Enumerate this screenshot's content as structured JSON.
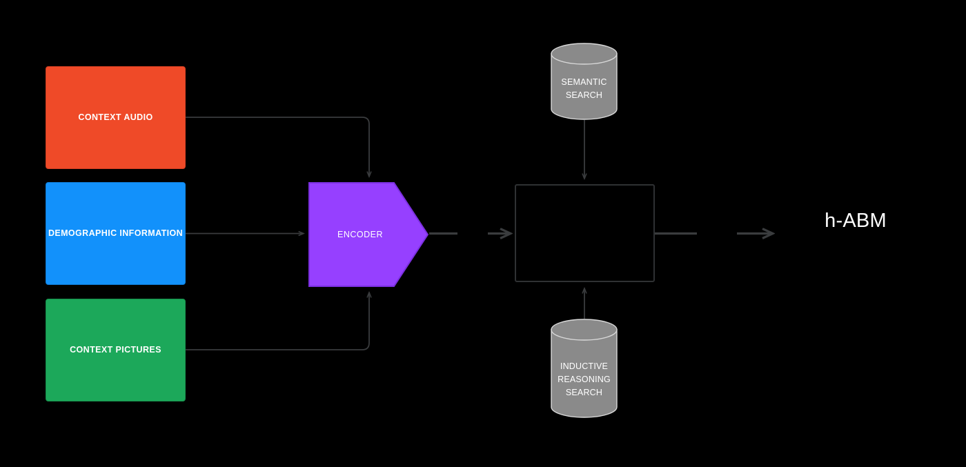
{
  "diagram": {
    "title": "h-ABM pipeline",
    "background": "#000000"
  },
  "inputs": [
    {
      "id": "context-audio",
      "label": "CONTEXT AUDIO",
      "color": "#EF4A28",
      "border": "#D43F22"
    },
    {
      "id": "demographic-information",
      "label": "DEMOGRAPHIC INFORMATION",
      "color": "#1291FB",
      "border": "#0F7FDC"
    },
    {
      "id": "context-pictures",
      "label": "CONTEXT PICTURES",
      "color": "#1CA85A",
      "border": "#178F4C"
    }
  ],
  "encoder": {
    "label": "ENCODER",
    "color": "#9640FF",
    "border": "#7B2FE0"
  },
  "center_box": {
    "label": "",
    "fill": "#000000",
    "border": "#2F3133"
  },
  "datastores": [
    {
      "id": "semantic-search",
      "lines": [
        "SEMANTIC",
        "SEARCH"
      ],
      "color": "#8A8A8A",
      "border": "#D9D9D9"
    },
    {
      "id": "inductive-reasoning-search",
      "lines": [
        "INDUCTIVE",
        "REASONING",
        "SEARCH"
      ],
      "color": "#8A8A8A",
      "border": "#D9D9D9"
    }
  ],
  "output": {
    "label": "h-ABM",
    "color": "#FFFFFF"
  },
  "connectors": {
    "stroke": "#3A3C3E",
    "items": [
      {
        "name": "audio-to-encoder",
        "from": "context-audio",
        "to": "encoder-top"
      },
      {
        "name": "demographic-to-encoder",
        "from": "demographic-information",
        "to": "encoder-left"
      },
      {
        "name": "pictures-to-encoder",
        "from": "context-pictures",
        "to": "encoder-bottom"
      },
      {
        "name": "encoder-output-stub",
        "from": "encoder-right",
        "to": "gap"
      },
      {
        "name": "center-box-input",
        "from": "gap",
        "to": "center-box-left"
      },
      {
        "name": "semantic-to-center",
        "from": "semantic-search",
        "to": "center-box-top"
      },
      {
        "name": "inductive-to-center",
        "from": "inductive-reasoning-search",
        "to": "center-box-bottom"
      },
      {
        "name": "center-output-stub",
        "from": "center-box-right",
        "to": "gap"
      },
      {
        "name": "output-arrow",
        "from": "gap",
        "to": "h-ABM"
      }
    ]
  }
}
